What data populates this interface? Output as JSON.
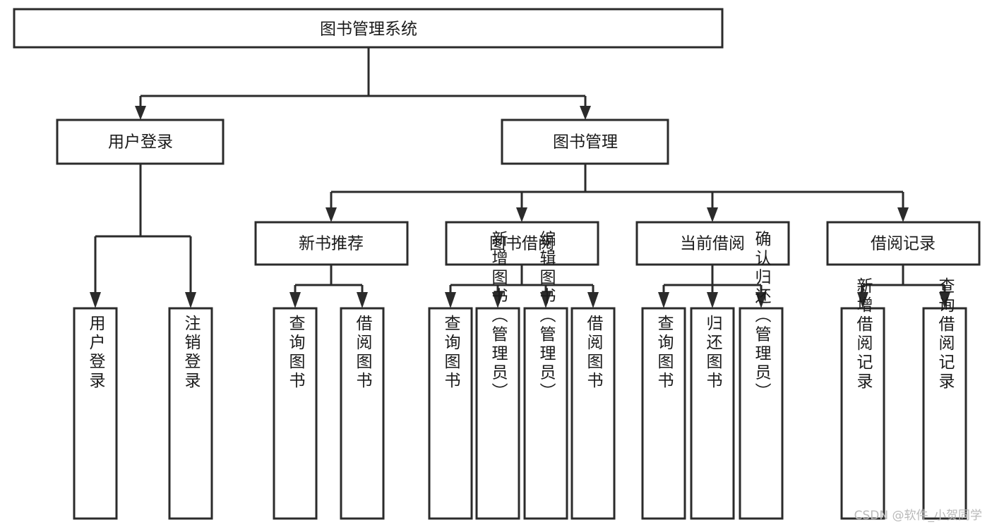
{
  "diagram": {
    "type": "tree-hierarchy-flowchart",
    "orientation": "top-down",
    "root": {
      "id": "root",
      "label": "图书管理系统"
    },
    "level2": [
      {
        "id": "user-login",
        "label": "用户登录"
      },
      {
        "id": "book-management",
        "label": "图书管理"
      }
    ],
    "level3": [
      {
        "id": "new-book-recommend",
        "label": "新书推荐",
        "parent": "book-management"
      },
      {
        "id": "book-borrow",
        "label": "图书借阅",
        "parent": "book-management"
      },
      {
        "id": "current-borrow",
        "label": "当前借阅",
        "parent": "book-management"
      },
      {
        "id": "borrow-record",
        "label": "借阅记录",
        "parent": "book-management"
      }
    ],
    "leaves": [
      {
        "id": "leaf-user-login",
        "label": "用户登录",
        "parent": "user-login"
      },
      {
        "id": "leaf-logout-login",
        "label": "注销登录",
        "parent": "user-login"
      },
      {
        "id": "leaf-query-book-1",
        "label": "查询图书",
        "parent": "new-book-recommend"
      },
      {
        "id": "leaf-borrow-book-1",
        "label": "借阅图书",
        "parent": "new-book-recommend"
      },
      {
        "id": "leaf-query-book-2",
        "label": "查询图书",
        "parent": "book-borrow"
      },
      {
        "id": "leaf-add-book",
        "label": "新增图书（管理员）",
        "parent": "book-borrow"
      },
      {
        "id": "leaf-edit-book",
        "label": "编辑图书（管理员）",
        "parent": "book-borrow"
      },
      {
        "id": "leaf-borrow-book-2",
        "label": "借阅图书",
        "parent": "book-borrow"
      },
      {
        "id": "leaf-query-book-3",
        "label": "查询图书",
        "parent": "current-borrow"
      },
      {
        "id": "leaf-return-book",
        "label": "归还图书",
        "parent": "current-borrow"
      },
      {
        "id": "leaf-confirm-return",
        "label": "确认归还（管理员）",
        "parent": "current-borrow"
      },
      {
        "id": "leaf-add-record",
        "label": "新增借阅记录",
        "parent": "borrow-record"
      },
      {
        "id": "leaf-query-record",
        "label": "查询借阅记录",
        "parent": "borrow-record"
      }
    ]
  },
  "colors": {
    "stroke": "#2b2b2b",
    "fill": "#ffffff",
    "text": "#1a1a1a",
    "watermark": "#b9b9b9"
  },
  "watermark": {
    "text": "CSDN @软件_小贺同学"
  }
}
